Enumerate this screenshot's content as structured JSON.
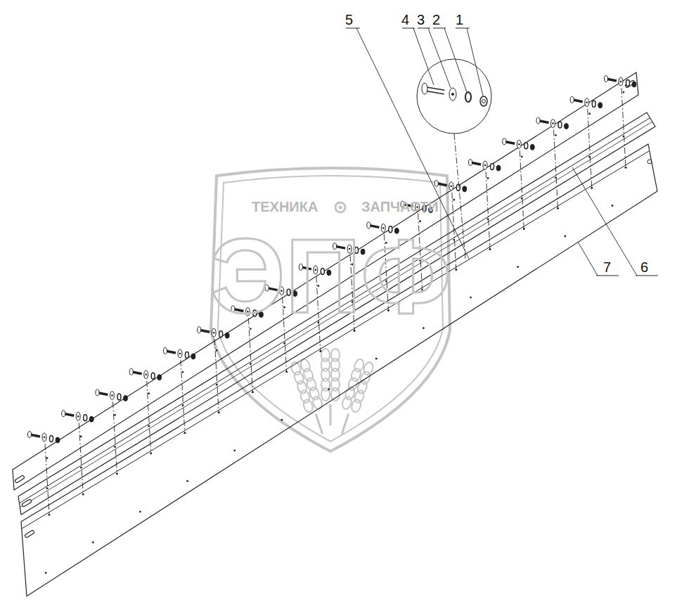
{
  "diagram": {
    "labels": [
      "5",
      "4",
      "3",
      "2",
      "1",
      "6",
      "7",
      "ТЕХНИКА",
      "ЗАПЧАСТИ",
      "ЭПФ"
    ]
  }
}
